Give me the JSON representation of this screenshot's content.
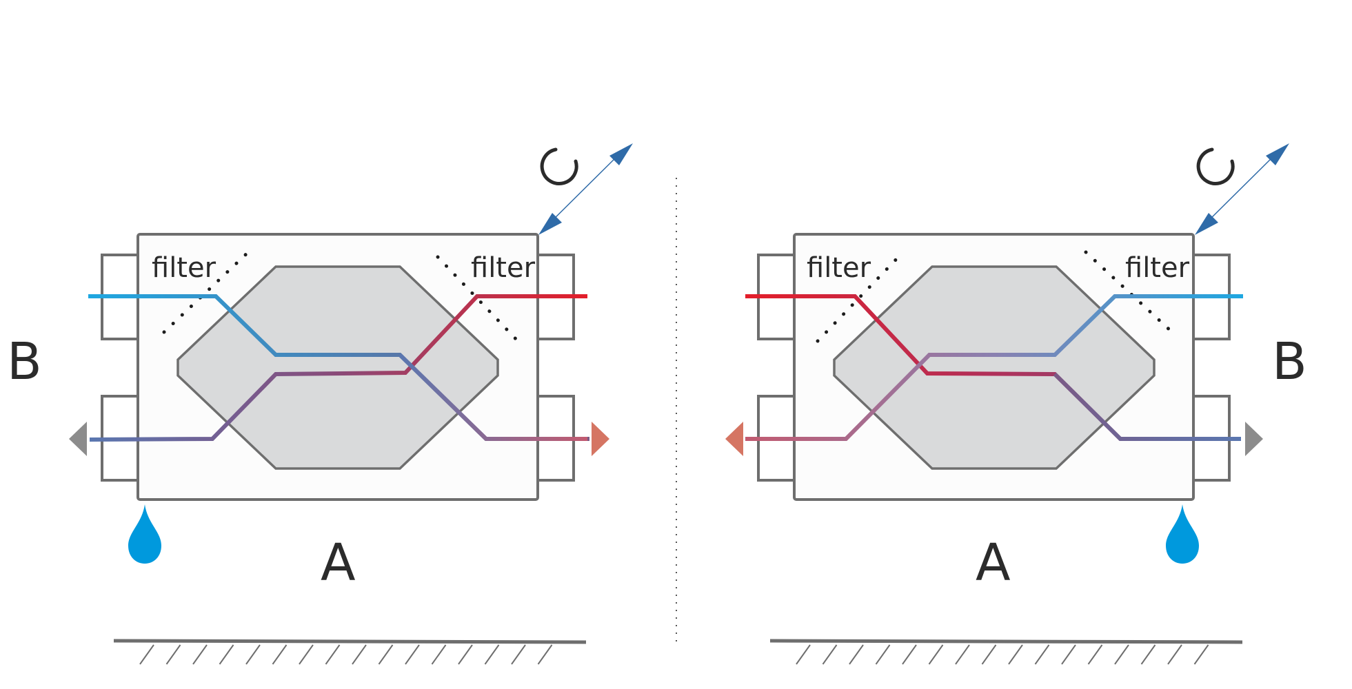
{
  "units": [
    {
      "id": "left",
      "filter_left_label": "filter",
      "filter_right_label": "filter",
      "side_label": "B",
      "bottom_label": "A",
      "supply_color": "#1ea7e1",
      "extract_color": "#e31e2a",
      "exhaust_arrow_color": "#8c8c8c",
      "outlet_arrow_color": "#d57563",
      "condensate_icon": "water-drop-icon",
      "condensate_color": "#0099dd",
      "rotation_icon": "rotation-icon"
    },
    {
      "id": "right",
      "filter_left_label": "filter",
      "filter_right_label": "filter",
      "side_label": "B",
      "bottom_label": "A",
      "supply_color": "#1ea7e1",
      "extract_color": "#e31e2a",
      "exhaust_arrow_color": "#8c8c8c",
      "outlet_arrow_color": "#d57563",
      "condensate_icon": "water-drop-icon",
      "condensate_color": "#0099dd",
      "rotation_icon": "rotation-icon"
    }
  ],
  "colors": {
    "mixed": "#7a5a86",
    "cool_mixed": "#5a77b0",
    "warm_mixed": "#c25a70",
    "connector": "#2f6ba8",
    "outline": "#6e6e6e",
    "core_fill": "#d9dadb"
  }
}
